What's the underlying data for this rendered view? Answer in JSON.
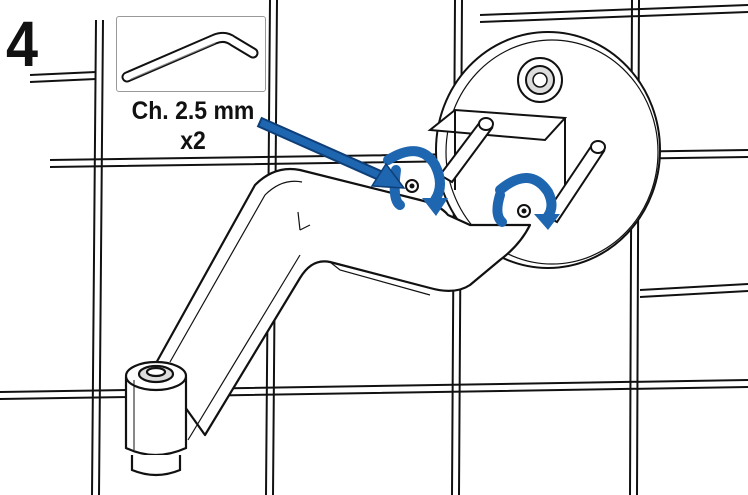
{
  "step": {
    "number": "4"
  },
  "tool": {
    "icon": "hex-key-icon",
    "label_line1": "Ch. 2.5 mm",
    "label_line2": "x2"
  },
  "colors": {
    "arrow_blue": "#1f66b0",
    "arrow_dark": "#0f3f78",
    "line": "#111111",
    "fill": "#ffffff"
  }
}
